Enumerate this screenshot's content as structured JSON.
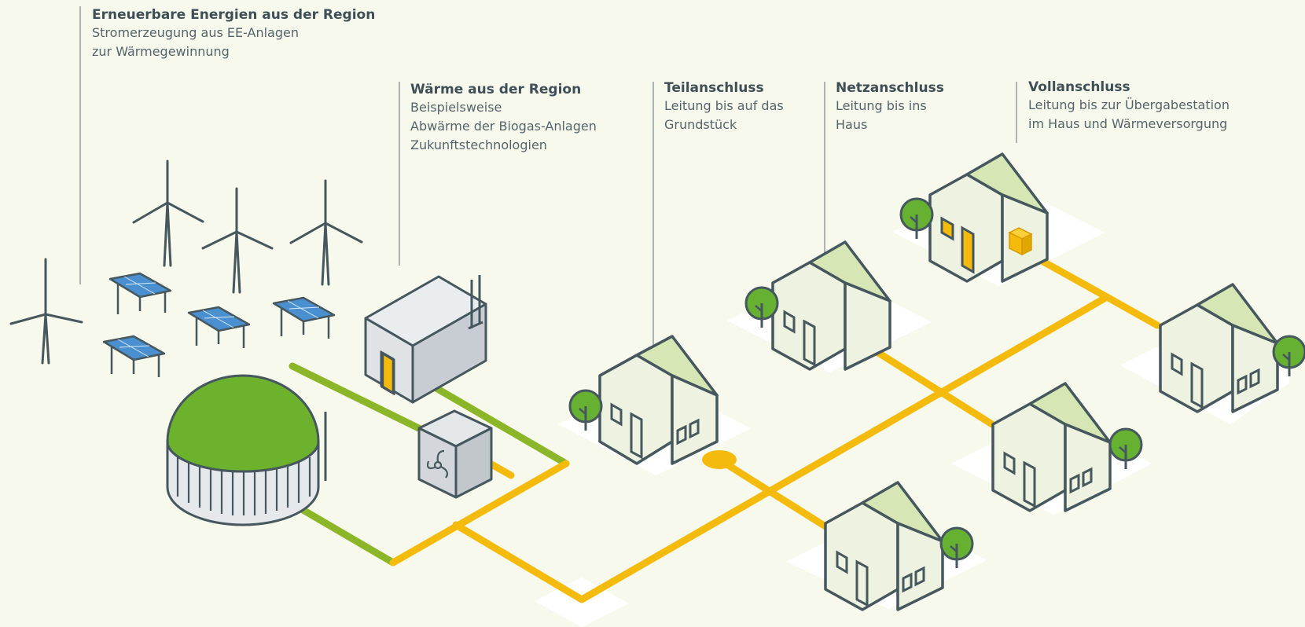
{
  "labels": [
    {
      "title": "Erneuerbare Energien aus der Region",
      "lines": [
        "Stromerzeugung aus EE-Anlagen",
        "zur Wärmegewinnung"
      ]
    },
    {
      "title": "Wärme aus der Region",
      "lines": [
        "Beispielsweise",
        "Abwärme der Biogas-Anlagen",
        "Zukunftstechnologien"
      ]
    },
    {
      "title": "Teilanschluss",
      "lines": [
        "Leitung bis auf das",
        "Grundstück"
      ]
    },
    {
      "title": "Netzanschluss",
      "lines": [
        "Leitung bis ins",
        "Haus"
      ]
    },
    {
      "title": "Vollanschluss",
      "lines": [
        "Leitung bis zur Übergabestation",
        "im Haus und Wärmeversorgung"
      ]
    }
  ],
  "colors": {
    "background": "#f7f9ec",
    "outline": "#46575e",
    "pipe_yellow": "#f5bb0c",
    "pipe_green": "#8bb628",
    "roof_green": "#d6e6b4",
    "wall": "#eef3e1",
    "biogas_dome": "#6cb22d",
    "tree": "#66b032",
    "solar_panel": "#4a90d0",
    "lot": "#ffffff"
  },
  "icons": [
    "wind-turbine-icon",
    "solar-panel-icon",
    "biogas-plant-icon",
    "heating-plant-icon",
    "fan-unit-icon",
    "house-icon",
    "tree-icon",
    "transfer-station-icon"
  ]
}
